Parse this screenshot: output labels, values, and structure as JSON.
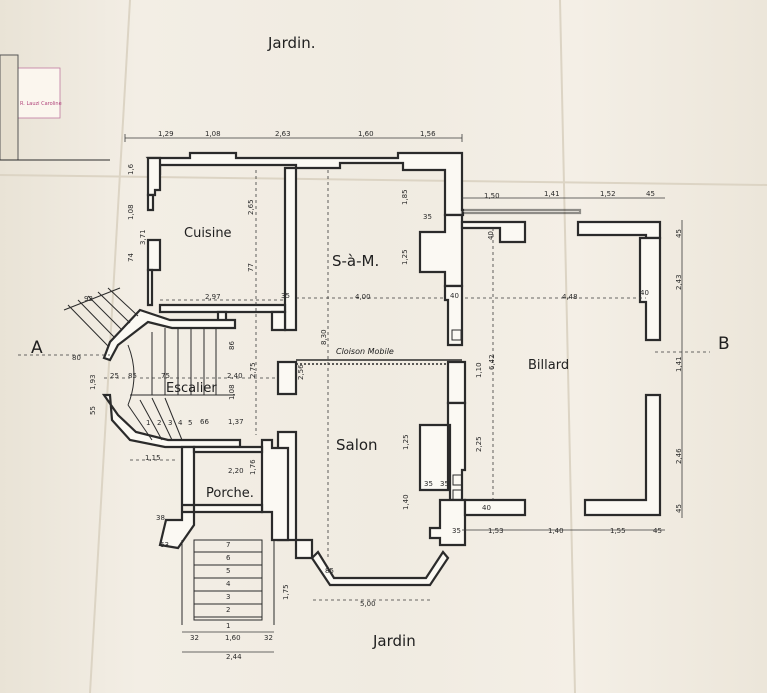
{
  "rooms": {
    "jardin_top": "Jardin.",
    "jardin_bottom": "Jardin",
    "cuisine": "Cuisine",
    "sam": "S-à-M.",
    "billard": "Billard",
    "escalier": "Escalier",
    "salon": "Salon",
    "porche": "Porche.",
    "cloison": "Cloison Mobile"
  },
  "section": {
    "a": "A",
    "b": "B"
  },
  "dims_top": [
    "1,29",
    "1,08",
    "2,63",
    "1,60",
    "1,56"
  ],
  "dims_billard_top": [
    "1,50",
    "1,41",
    "1,52",
    "45"
  ],
  "dims_billard_bottom": [
    "40",
    "1,53",
    "1,40",
    "1,55",
    "45"
  ],
  "dims_billard_right": [
    "45",
    "2,43",
    "1,41",
    "2,46",
    "45"
  ],
  "dims_interior": {
    "cuisine_w": "2,97",
    "sam_w": "4,00",
    "billard_w": "4,48",
    "sam_h": "1,85",
    "sam_win": "1,25",
    "sam_35": "35",
    "sam_40": "40",
    "sam_40b": "40",
    "wall_35": "35",
    "cuisine_h": "3,71",
    "cuisine_h2": "2,65",
    "h_830": "8,30",
    "h_642": "6,42",
    "esc_240": "2,40",
    "esc_275": "2,75",
    "esc_256": "2,56",
    "esc_137": "1,37",
    "esc_75": "75",
    "esc_85": "85",
    "esc_25": "25",
    "salon_125": "1,25",
    "salon_225": "2,25",
    "salon_140": "1,40",
    "salon_110": "1,10",
    "salon_35a": "35",
    "salon_35b": "35",
    "salon_35c": "35",
    "salon_40": "40",
    "salon_500": "5,00",
    "salon_85": "85",
    "porche_220": "2,20",
    "porche_176": "1,76",
    "escalier_115": "1,15",
    "marches_160": "1,60",
    "marches_32a": "32",
    "marches_32b": "32",
    "marches_244": "2,44",
    "marches_175": "1,75",
    "left_16": "1,6",
    "left_108": "1,08",
    "left_74": "74",
    "left_93": "93",
    "left_80": "80",
    "left_193": "1,93",
    "left_55": "55",
    "left_38": "38",
    "left_63": "63",
    "left_77": "77",
    "left_86": "86",
    "left_66": "66",
    "left_108b": "1,08"
  },
  "step_numbers": [
    "1",
    "2",
    "3",
    "4",
    "5",
    "6",
    "7"
  ],
  "stair_numbers": [
    "1",
    "2",
    "3",
    "4",
    "5"
  ],
  "stamp_text": "R. Lauzi Caroline"
}
